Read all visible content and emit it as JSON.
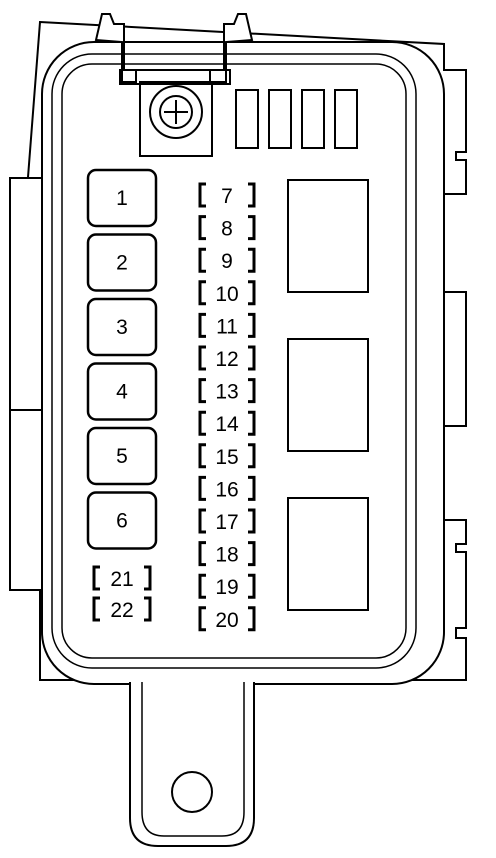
{
  "diagram": {
    "large_fuses": [
      "1",
      "2",
      "3",
      "4",
      "5",
      "6"
    ],
    "small_fuses": [
      "7",
      "8",
      "9",
      "10",
      "11",
      "12",
      "13",
      "14",
      "15",
      "16",
      "17",
      "18",
      "19",
      "20"
    ],
    "spare_fuses": [
      "21",
      "22"
    ],
    "relay_count": 3,
    "connector_pin_count": 4
  }
}
